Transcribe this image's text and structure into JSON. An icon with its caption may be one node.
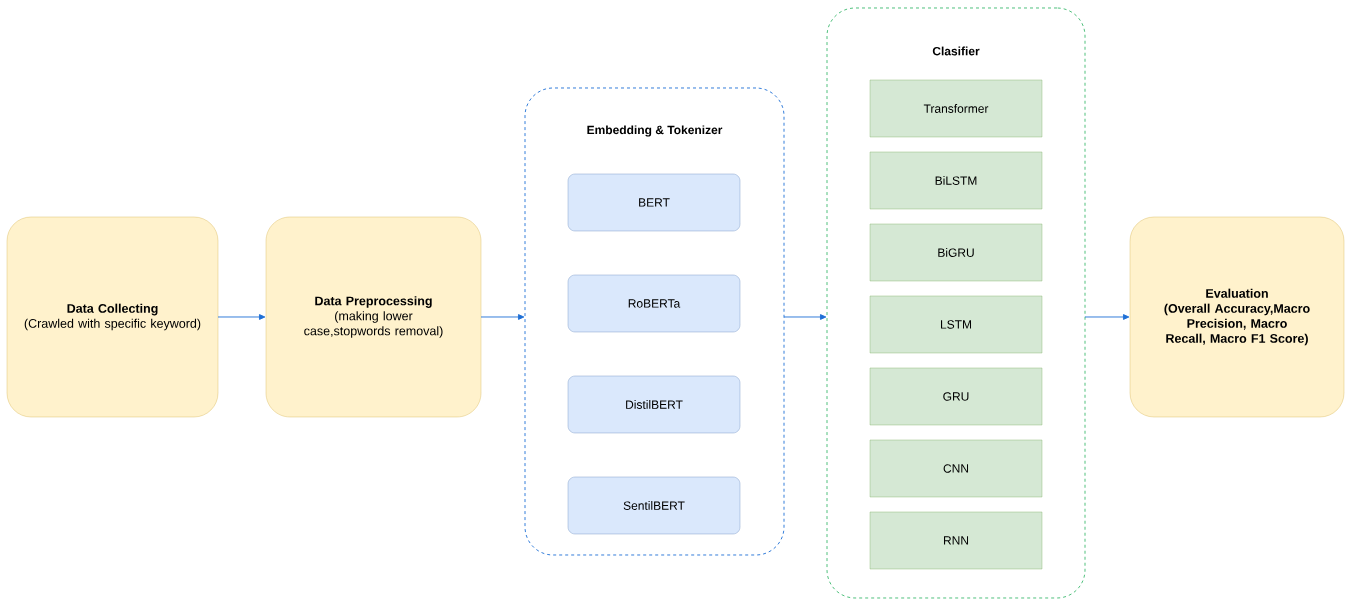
{
  "diagram": {
    "nodes": [
      {
        "text": [
          "Data Collecting",
          "(Crawled with specific keyword)"
        ]
      },
      {
        "text": [
          "Data Preprocessing",
          "(making lower case,stopwords removal)"
        ]
      },
      {
        "text": [
          "Embedding & Tokenizer"
        ]
      },
      {
        "text": [
          "BERT"
        ],
        "in": 2
      },
      {
        "text": [
          "RoBERTa"
        ],
        "in": 2
      },
      {
        "text": [
          "DistilBERT"
        ],
        "in": 2
      },
      {
        "text": [
          "SentilBERT"
        ],
        "in": 2
      },
      {
        "text": [
          "Clasifier"
        ]
      },
      {
        "text": [
          "Transformer"
        ],
        "in": 7
      },
      {
        "text": [
          "BiLSTM"
        ],
        "in": 7
      },
      {
        "text": [
          "BiGRU"
        ],
        "in": 7
      },
      {
        "text": [
          "LSTM"
        ],
        "in": 7
      },
      {
        "text": [
          "GRU"
        ],
        "in": 7
      },
      {
        "text": [
          "CNN"
        ],
        "in": 7
      },
      {
        "text": [
          "RNN"
        ],
        "in": 7
      },
      {
        "text": [
          "Evaluation",
          "(Overall Accuracy,Macro Precision, Macro Recall, Macro F1 Score)"
        ]
      }
    ],
    "edges": [
      {
        "from": 0,
        "to": 1,
        "arrow": "to"
      },
      {
        "from": 1,
        "to": 2,
        "arrow": "to"
      },
      {
        "from": 2,
        "to": 7,
        "arrow": "to"
      },
      {
        "from": 7,
        "to": 15,
        "arrow": "to"
      }
    ]
  }
}
